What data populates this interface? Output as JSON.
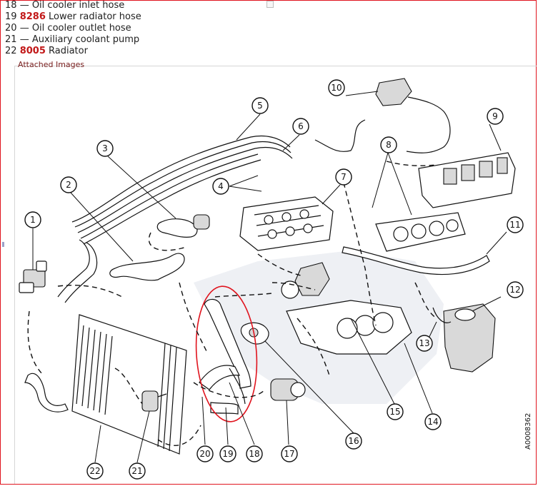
{
  "legend": [
    {
      "num": "18",
      "sep": "—",
      "code": "",
      "text": "Oil cooler inlet hose"
    },
    {
      "num": "19",
      "sep": "",
      "code": "8286",
      "text": "Lower radiator hose"
    },
    {
      "num": "20",
      "sep": "—",
      "code": "",
      "text": "Oil cooler outlet hose"
    },
    {
      "num": "21",
      "sep": "—",
      "code": "",
      "text": "Auxiliary coolant pump"
    },
    {
      "num": "22",
      "sep": "",
      "code": "8005",
      "text": "Radiator"
    }
  ],
  "attachments": {
    "title": "Attached Images"
  },
  "diagram": {
    "callouts": [
      "1",
      "2",
      "3",
      "4",
      "5",
      "6",
      "7",
      "8",
      "9",
      "10",
      "11",
      "12",
      "13",
      "14",
      "15",
      "16",
      "17",
      "18",
      "19",
      "20",
      "21",
      "22"
    ],
    "doc_number": "A0008362",
    "highlight_color": "#e0141e"
  },
  "colors": {
    "frame": "#e0141e",
    "code": "#c21818",
    "ink": "#111111"
  }
}
